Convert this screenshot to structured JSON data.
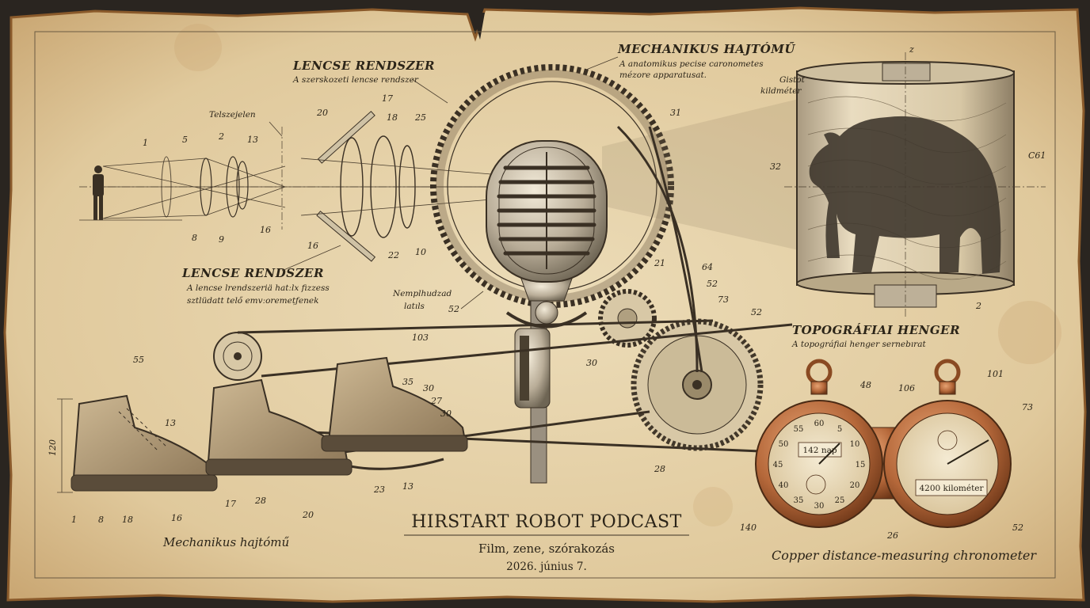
{
  "title": {
    "main": "HIRSTART ROBOT PODCAST",
    "tagline": "Film, zene, szórakozás",
    "date": "2026. június 7."
  },
  "colors": {
    "parchment": "#e6d3ad",
    "ink": "#2b2418",
    "copper": "#b5683a",
    "burn_edge": "#8a5a2b"
  },
  "labels": {
    "lens_top": {
      "heading": "LENCSE RENDSZER",
      "sub": "A szerskozeti lencse rendszer"
    },
    "lens_bottom": {
      "heading": "LENCSE RENDSZER",
      "sub_line1": "A lencse lrendszeriä hatːlx fizzess",
      "sub_line2": "sztlüdatt telő emvːoremețfenek"
    },
    "gear_top": {
      "heading": "MECHANIKUS HAJTÓMŰ",
      "sub_line1": "A anatomikus pecise caronometes",
      "sub_line2": "mézore apparatusat."
    },
    "cylinder": {
      "heading": "TOPOGRÁFIAI HENGER",
      "sub": "A topográfiai henger sernebırat"
    },
    "telszejelen": "Telszejelen",
    "nemplhudzad_line1": "Nemplhudzad",
    "nemplhudzad_line2": "latıls",
    "gistot_line1": "Gistot",
    "gistot_line2": "kildméter",
    "axis_z": "z",
    "cgi": "C61",
    "boots_caption": "Mechanikus hajtómű",
    "chronometer_caption": "Copper distance-measuring chronometer",
    "dim_120": "120"
  },
  "chronometer": {
    "left_readout": "142 nap",
    "right_readout": "4200 kilométer",
    "dial_numbers": [
      "60",
      "5",
      "10",
      "15",
      "20",
      "25",
      "30",
      "35",
      "40",
      "45",
      "50",
      "55"
    ]
  },
  "callouts": {
    "c1": "1",
    "c5": "5",
    "c2": "2",
    "c13": "13",
    "c8": "8",
    "c9": "9",
    "c16a": "16",
    "c20": "20",
    "c17": "17",
    "c18": "18",
    "c25": "25",
    "c16b": "16",
    "c22": "22",
    "c10": "10",
    "c31": "31",
    "c21": "21",
    "c52a": "52",
    "c64": "64",
    "c52b": "52",
    "c73a": "73",
    "c52c": "52",
    "c32": "32",
    "c2b": "2",
    "c103": "103",
    "c55": "55",
    "c13b": "13",
    "c35": "35",
    "c30a": "30",
    "c27": "27",
    "c30b": "30",
    "c30c": "30",
    "c28a": "28",
    "c48": "48",
    "c106": "106",
    "c101": "101",
    "c73b": "73",
    "c140": "140",
    "c26": "26",
    "c52d": "52",
    "c1b": "1",
    "c8b": "8",
    "c18b": "18",
    "c16c": "16",
    "c17b": "17",
    "c28b": "28",
    "c20b": "20",
    "c23": "23",
    "c13c": "13"
  }
}
